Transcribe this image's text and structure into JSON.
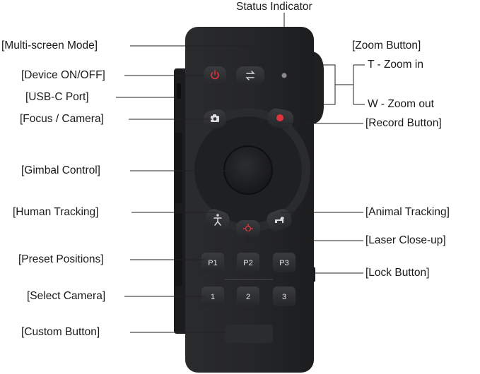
{
  "callouts": {
    "status_indicator": "Status Indicator",
    "multi_screen_mode": "[Multi-screen Mode]",
    "device_on_off": "[Device ON/OFF]",
    "usb_c_port": "[USB-C Port]",
    "focus_camera": "[Focus / Camera]",
    "gimbal_control": "[Gimbal Control]",
    "human_tracking": "[Human Tracking]",
    "preset_positions": "[Preset Positions]",
    "select_camera": "[Select Camera]",
    "custom_button": "[Custom Button]",
    "zoom_button": "[Zoom Button]",
    "zoom_in": "T - Zoom in",
    "zoom_out": "W - Zoom out",
    "record_button": "[Record Button]",
    "animal_tracking": "[Animal Tracking]",
    "laser_close_up": "[Laser Close-up]",
    "lock_button": "[Lock Button]"
  },
  "buttons": {
    "preset": [
      "P1",
      "P2",
      "P3"
    ],
    "camera": [
      "1",
      "2",
      "3"
    ]
  },
  "colors": {
    "body": "#232426",
    "button": "#2f3033",
    "record": "#e0323a",
    "power_icon": "#e0323a",
    "laser": "#d93a3a"
  }
}
